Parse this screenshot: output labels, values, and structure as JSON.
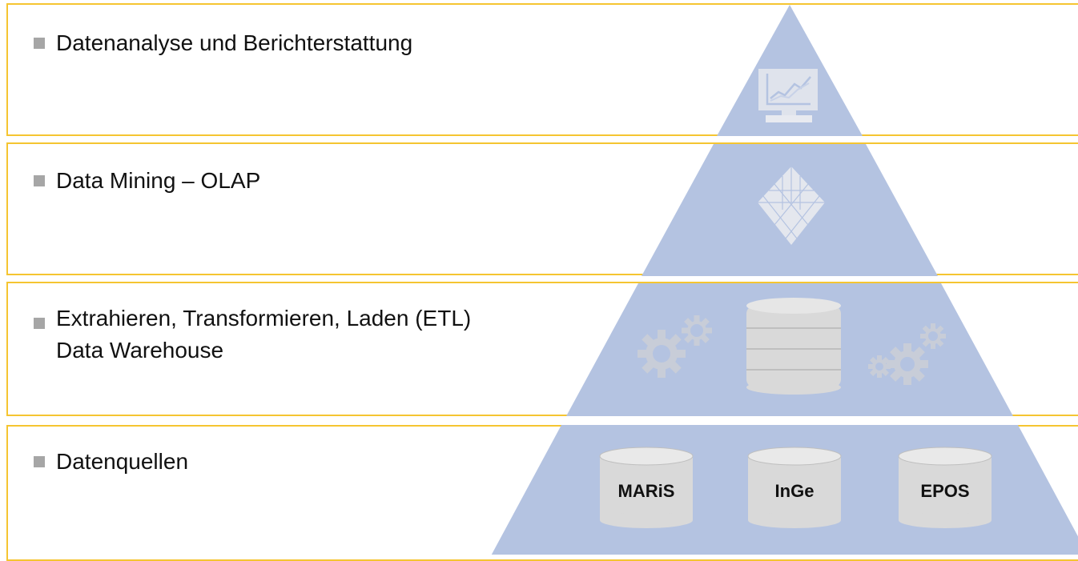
{
  "layers": [
    {
      "label": "Datenanalyse und Berichterstattung",
      "icon": "chart-monitor-icon"
    },
    {
      "label": "Data Mining – OLAP",
      "icon": "olap-cube-icon"
    },
    {
      "label_line1": "Extrahieren, Transformieren, Laden (ETL)",
      "label_line2": "Data Warehouse",
      "icon": "database-gears-icon"
    },
    {
      "label": "Datenquellen",
      "icon": "data-sources-icon"
    }
  ],
  "sources": [
    "MARiS",
    "InGe",
    "EPOS"
  ],
  "colors": {
    "band_border": "#f5c531",
    "pyramid_fill": "#b4c3e1",
    "bullet": "#a6a6a6",
    "icon_gray": "#d9d9d9"
  }
}
